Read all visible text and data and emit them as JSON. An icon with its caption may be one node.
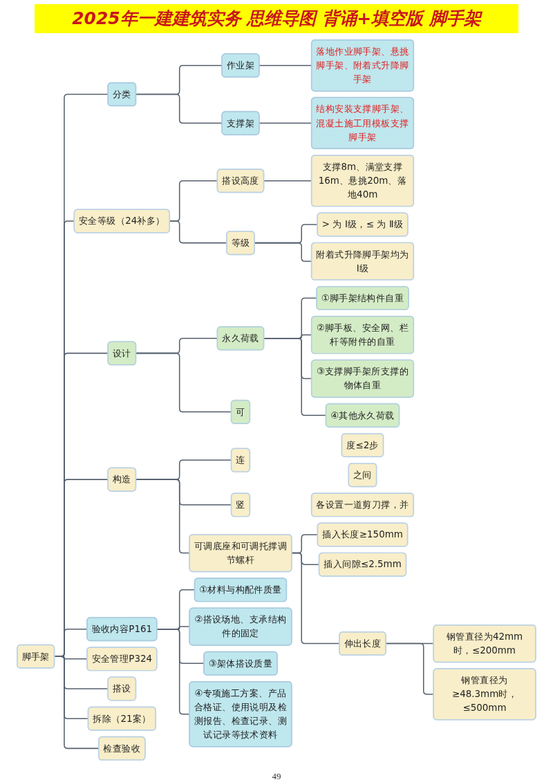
{
  "diagram": {
    "title": "2025年一建建筑实务 思维导图 背诵+填空版 脚手架",
    "nodes": [
      {
        "text": [
          "脚手架"
        ]
      },
      {
        "text": [
          "分类"
        ]
      },
      {
        "text": [
          "作业架"
        ]
      },
      {
        "text": [
          "落地作业脚手架、悬挑脚手架、附着式升降脚手架"
        ]
      },
      {
        "text": [
          "支撑架"
        ]
      },
      {
        "text": [
          "结构安装支撑脚手架、混凝土施工用模板支撑脚手架"
        ]
      },
      {
        "text": [
          "安全等级（24补多）"
        ]
      },
      {
        "text": [
          "搭设高度"
        ]
      },
      {
        "text": [
          "支撑8m、满堂支撑16m、悬挑20m、落地40m"
        ]
      },
      {
        "text": [
          "等级"
        ]
      },
      {
        "text": [
          "> 为 Ⅰ级，≤ 为 Ⅱ级"
        ]
      },
      {
        "text": [
          "附着式升降脚手架均为Ⅰ级"
        ]
      },
      {
        "text": [
          "设计"
        ]
      },
      {
        "text": [
          "永久荷载"
        ]
      },
      {
        "text": [
          "①脚手架结构件自重"
        ]
      },
      {
        "text": [
          "②脚手板、安全网、栏杆等附件的自重"
        ]
      },
      {
        "text": [
          "③支撑脚手架所支撑的物体自重"
        ]
      },
      {
        "text": [
          "④其他永久荷载"
        ]
      },
      {
        "text": [
          "可"
        ]
      },
      {
        "text": [
          "构造"
        ]
      },
      {
        "text": [
          "连"
        ]
      },
      {
        "text": [
          "度≤2步"
        ]
      },
      {
        "text": [
          "之间"
        ]
      },
      {
        "text": [
          "竖"
        ]
      },
      {
        "text": [
          "各设置一道剪刀撑，并"
        ]
      },
      {
        "text": [
          "可调底座和可调托撑调节螺杆"
        ]
      },
      {
        "text": [
          "插入长度≥150mm"
        ]
      },
      {
        "text": [
          "插入间隙≤2.5mm"
        ]
      },
      {
        "text": [
          "伸出长度"
        ]
      },
      {
        "text": [
          "钢管直径为42mm时，≤200mm"
        ]
      },
      {
        "text": [
          "钢管直径为≥48.3mm时，≤500mm"
        ]
      },
      {
        "text": [
          "验收内容P161"
        ]
      },
      {
        "text": [
          "①材料与构配件质量"
        ]
      },
      {
        "text": [
          "②搭设场地、支承结构件的固定"
        ]
      },
      {
        "text": [
          "③架体搭设质量"
        ]
      },
      {
        "text": [
          "④专项施工方案、产品合格证、使用说明及检测报告、检查记录、测试记录等技术资料"
        ]
      },
      {
        "text": [
          "安全管理P324"
        ]
      },
      {
        "text": [
          "搭设"
        ]
      },
      {
        "text": [
          "拆除（21案）"
        ]
      },
      {
        "text": [
          "检查验收"
        ]
      }
    ],
    "edges": [
      {
        "from": 0,
        "to": 1,
        "arrow": "none"
      },
      {
        "from": 1,
        "to": 2,
        "arrow": "none"
      },
      {
        "from": 2,
        "to": 3,
        "arrow": "none"
      },
      {
        "from": 1,
        "to": 4,
        "arrow": "none"
      },
      {
        "from": 4,
        "to": 5,
        "arrow": "none"
      },
      {
        "from": 0,
        "to": 6,
        "arrow": "none"
      },
      {
        "from": 6,
        "to": 7,
        "arrow": "none"
      },
      {
        "from": 7,
        "to": 8,
        "arrow": "none"
      },
      {
        "from": 6,
        "to": 9,
        "arrow": "none"
      },
      {
        "from": 9,
        "to": 10,
        "arrow": "none"
      },
      {
        "from": 9,
        "to": 11,
        "arrow": "none"
      },
      {
        "from": 0,
        "to": 12,
        "arrow": "none"
      },
      {
        "from": 12,
        "to": 13,
        "arrow": "none"
      },
      {
        "from": 13,
        "to": 14,
        "arrow": "none"
      },
      {
        "from": 13,
        "to": 15,
        "arrow": "none"
      },
      {
        "from": 13,
        "to": 16,
        "arrow": "none"
      },
      {
        "from": 13,
        "to": 17,
        "arrow": "none"
      },
      {
        "from": 12,
        "to": 18,
        "arrow": "none"
      },
      {
        "from": 0,
        "to": 19,
        "arrow": "none"
      },
      {
        "from": 19,
        "to": 20,
        "arrow": "none"
      },
      {
        "from": 19,
        "to": 23,
        "arrow": "none"
      },
      {
        "from": 19,
        "to": 25,
        "arrow": "none"
      },
      {
        "from": 25,
        "to": 26,
        "arrow": "none"
      },
      {
        "from": 25,
        "to": 27,
        "arrow": "none"
      },
      {
        "from": 25,
        "to": 28,
        "arrow": "none"
      },
      {
        "from": 28,
        "to": 29,
        "arrow": "none"
      },
      {
        "from": 28,
        "to": 30,
        "arrow": "none"
      },
      {
        "from": 0,
        "to": 31,
        "arrow": "none"
      },
      {
        "from": 31,
        "to": 32,
        "arrow": "none"
      },
      {
        "from": 31,
        "to": 33,
        "arrow": "none"
      },
      {
        "from": 31,
        "to": 34,
        "arrow": "none"
      },
      {
        "from": 31,
        "to": 35,
        "arrow": "none"
      },
      {
        "from": 0,
        "to": 36,
        "arrow": "none"
      },
      {
        "from": 0,
        "to": 37,
        "arrow": "none"
      },
      {
        "from": 0,
        "to": 38,
        "arrow": "none"
      },
      {
        "from": 0,
        "to": 39,
        "arrow": "none"
      }
    ],
    "labels": [
      "49"
    ]
  }
}
